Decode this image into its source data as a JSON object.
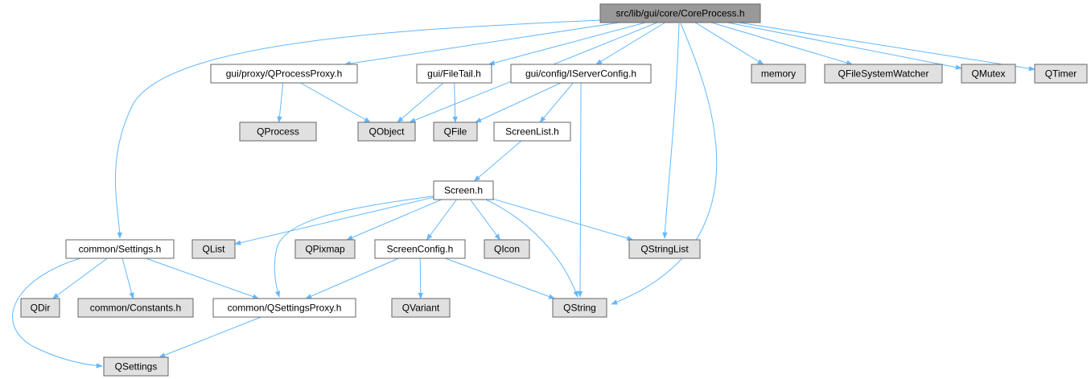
{
  "title": "src/lib/gui/core/CoreProcess.h",
  "colors": {
    "root_fill": "#999999",
    "file_fill": "#ffffff",
    "external_fill": "#e0e0e0",
    "border": "#666666",
    "edge": "#63b8ff"
  },
  "nodes": [
    {
      "id": "coreprocess",
      "label": "src/lib/gui/core/CoreProcess.h",
      "kind": "root"
    },
    {
      "id": "qprocessproxy",
      "label": "gui/proxy/QProcessProxy.h",
      "kind": "file"
    },
    {
      "id": "filetail",
      "label": "gui/FileTail.h",
      "kind": "file"
    },
    {
      "id": "iserverconfig",
      "label": "gui/config/IServerConfig.h",
      "kind": "file"
    },
    {
      "id": "memory",
      "label": "memory",
      "kind": "external"
    },
    {
      "id": "qfilesystemwatcher",
      "label": "QFileSystemWatcher",
      "kind": "external"
    },
    {
      "id": "qmutex",
      "label": "QMutex",
      "kind": "external"
    },
    {
      "id": "qtimer",
      "label": "QTimer",
      "kind": "external"
    },
    {
      "id": "qprocess",
      "label": "QProcess",
      "kind": "external"
    },
    {
      "id": "qobject",
      "label": "QObject",
      "kind": "external"
    },
    {
      "id": "qfile",
      "label": "QFile",
      "kind": "external"
    },
    {
      "id": "screenlist",
      "label": "ScreenList.h",
      "kind": "file"
    },
    {
      "id": "screen",
      "label": "Screen.h",
      "kind": "file"
    },
    {
      "id": "settings",
      "label": "common/Settings.h",
      "kind": "file"
    },
    {
      "id": "qlist",
      "label": "QList",
      "kind": "external"
    },
    {
      "id": "qpixmap",
      "label": "QPixmap",
      "kind": "external"
    },
    {
      "id": "screenconfig",
      "label": "ScreenConfig.h",
      "kind": "file"
    },
    {
      "id": "qicon",
      "label": "QIcon",
      "kind": "external"
    },
    {
      "id": "qstringlist",
      "label": "QStringList",
      "kind": "external"
    },
    {
      "id": "qdir",
      "label": "QDir",
      "kind": "external"
    },
    {
      "id": "constants",
      "label": "common/Constants.h",
      "kind": "external"
    },
    {
      "id": "qsettingsproxy",
      "label": "common/QSettingsProxy.h",
      "kind": "file"
    },
    {
      "id": "qvariant",
      "label": "QVariant",
      "kind": "external"
    },
    {
      "id": "qstring",
      "label": "QString",
      "kind": "external"
    },
    {
      "id": "qsettings",
      "label": "QSettings",
      "kind": "external"
    }
  ],
  "edges": [
    {
      "from": "coreprocess",
      "to": "qprocessproxy"
    },
    {
      "from": "coreprocess",
      "to": "filetail"
    },
    {
      "from": "coreprocess",
      "to": "iserverconfig"
    },
    {
      "from": "coreprocess",
      "to": "memory"
    },
    {
      "from": "coreprocess",
      "to": "qfilesystemwatcher"
    },
    {
      "from": "coreprocess",
      "to": "qmutex"
    },
    {
      "from": "coreprocess",
      "to": "qtimer"
    },
    {
      "from": "coreprocess",
      "to": "qobject"
    },
    {
      "from": "coreprocess",
      "to": "qstringlist"
    },
    {
      "from": "coreprocess",
      "to": "qstring"
    },
    {
      "from": "coreprocess",
      "to": "settings"
    },
    {
      "from": "qprocessproxy",
      "to": "qprocess"
    },
    {
      "from": "qprocessproxy",
      "to": "qobject"
    },
    {
      "from": "filetail",
      "to": "qobject"
    },
    {
      "from": "filetail",
      "to": "qfile"
    },
    {
      "from": "iserverconfig",
      "to": "qfile"
    },
    {
      "from": "iserverconfig",
      "to": "screenlist"
    },
    {
      "from": "iserverconfig",
      "to": "qstring"
    },
    {
      "from": "screenlist",
      "to": "screen"
    },
    {
      "from": "screen",
      "to": "qlist"
    },
    {
      "from": "screen",
      "to": "qpixmap"
    },
    {
      "from": "screen",
      "to": "screenconfig"
    },
    {
      "from": "screen",
      "to": "qicon"
    },
    {
      "from": "screen",
      "to": "qstringlist"
    },
    {
      "from": "screen",
      "to": "qstring"
    },
    {
      "from": "screen",
      "to": "qsettingsproxy"
    },
    {
      "from": "screenconfig",
      "to": "qsettingsproxy"
    },
    {
      "from": "screenconfig",
      "to": "qvariant"
    },
    {
      "from": "screenconfig",
      "to": "qstring"
    },
    {
      "from": "settings",
      "to": "qdir"
    },
    {
      "from": "settings",
      "to": "constants"
    },
    {
      "from": "settings",
      "to": "qsettingsproxy"
    },
    {
      "from": "settings",
      "to": "qsettings"
    },
    {
      "from": "qsettingsproxy",
      "to": "qsettings"
    }
  ]
}
